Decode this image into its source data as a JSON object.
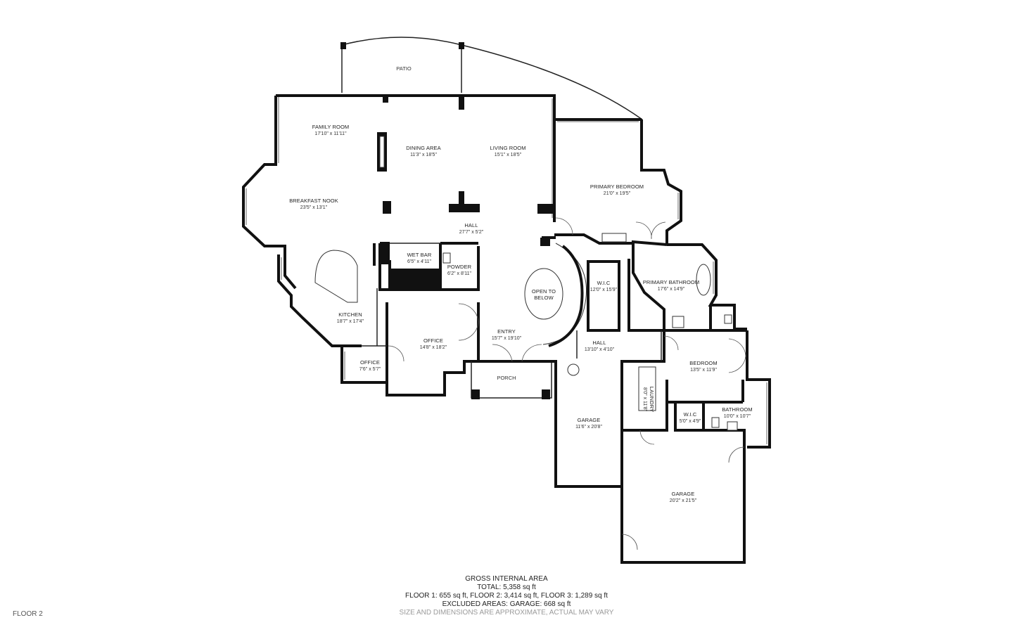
{
  "floor_label": "FLOOR 2",
  "outdoor": {
    "patio": "PATIO",
    "porch": "PORCH"
  },
  "rooms": {
    "family_room": {
      "name": "FAMILY ROOM",
      "dims": "17'10\" x 11'11\""
    },
    "dining_area": {
      "name": "DINING AREA",
      "dims": "11'3\" x 18'5\""
    },
    "living_room": {
      "name": "LIVING ROOM",
      "dims": "15'1\" x 18'5\""
    },
    "primary_bedroom": {
      "name": "PRIMARY BEDROOM",
      "dims": "21'0\" x 19'5\""
    },
    "breakfast_nook": {
      "name": "BREAKFAST NOOK",
      "dims": "23'5\" x 13'1\""
    },
    "hall_main": {
      "name": "HALL",
      "dims": "27'7\" x 5'2\""
    },
    "wet_bar": {
      "name": "WET BAR",
      "dims": "6'5\" x 4'11\""
    },
    "powder": {
      "name": "POWDER",
      "dims": "6'2\" x 8'11\""
    },
    "open_to_below": {
      "line1": "OPEN TO",
      "line2": "BELOW"
    },
    "wic_primary": {
      "name": "W.I.C",
      "dims": "12'0\" x 15'9\""
    },
    "primary_bathroom": {
      "name": "PRIMARY BATHROOM",
      "dims": "17'6\" x 14'9\""
    },
    "kitchen": {
      "name": "KITCHEN",
      "dims": "18'7\" x 17'4\""
    },
    "office_large": {
      "name": "OFFICE",
      "dims": "14'8\" x 18'2\""
    },
    "entry": {
      "name": "ENTRY",
      "dims": "15'7\" x 19'10\""
    },
    "hall_small": {
      "name": "HALL",
      "dims": "13'10\" x 4'10\""
    },
    "bedroom": {
      "name": "BEDROOM",
      "dims": "13'5\" x 11'9\""
    },
    "office_small": {
      "name": "OFFICE",
      "dims": "7'6\" x 5'7\""
    },
    "laundry": {
      "name": "LAUNDRY",
      "dims": "8'0\" x 11'8\""
    },
    "wic_small": {
      "name": "W.I.C",
      "dims": "5'0\" x 4'9\""
    },
    "bathroom": {
      "name": "BATHROOM",
      "dims": "10'0\" x 10'7\""
    },
    "garage_1": {
      "name": "GARAGE",
      "dims": "11'6\" x 20'8\""
    },
    "garage_2": {
      "name": "GARAGE",
      "dims": "20'2\" x 21'5\""
    }
  },
  "summary": {
    "heading": "GROSS INTERNAL AREA",
    "total": "TOTAL: 5,358 sq ft",
    "floors": "FLOOR 1: 655 sq ft, FLOOR 2: 3,414 sq ft, FLOOR 3: 1,289 sq ft",
    "excluded": "EXCLUDED AREAS: GARAGE: 668 sq ft",
    "disclaimer": "SIZE AND DIMENSIONS ARE APPROXIMATE, ACTUAL MAY VARY"
  }
}
